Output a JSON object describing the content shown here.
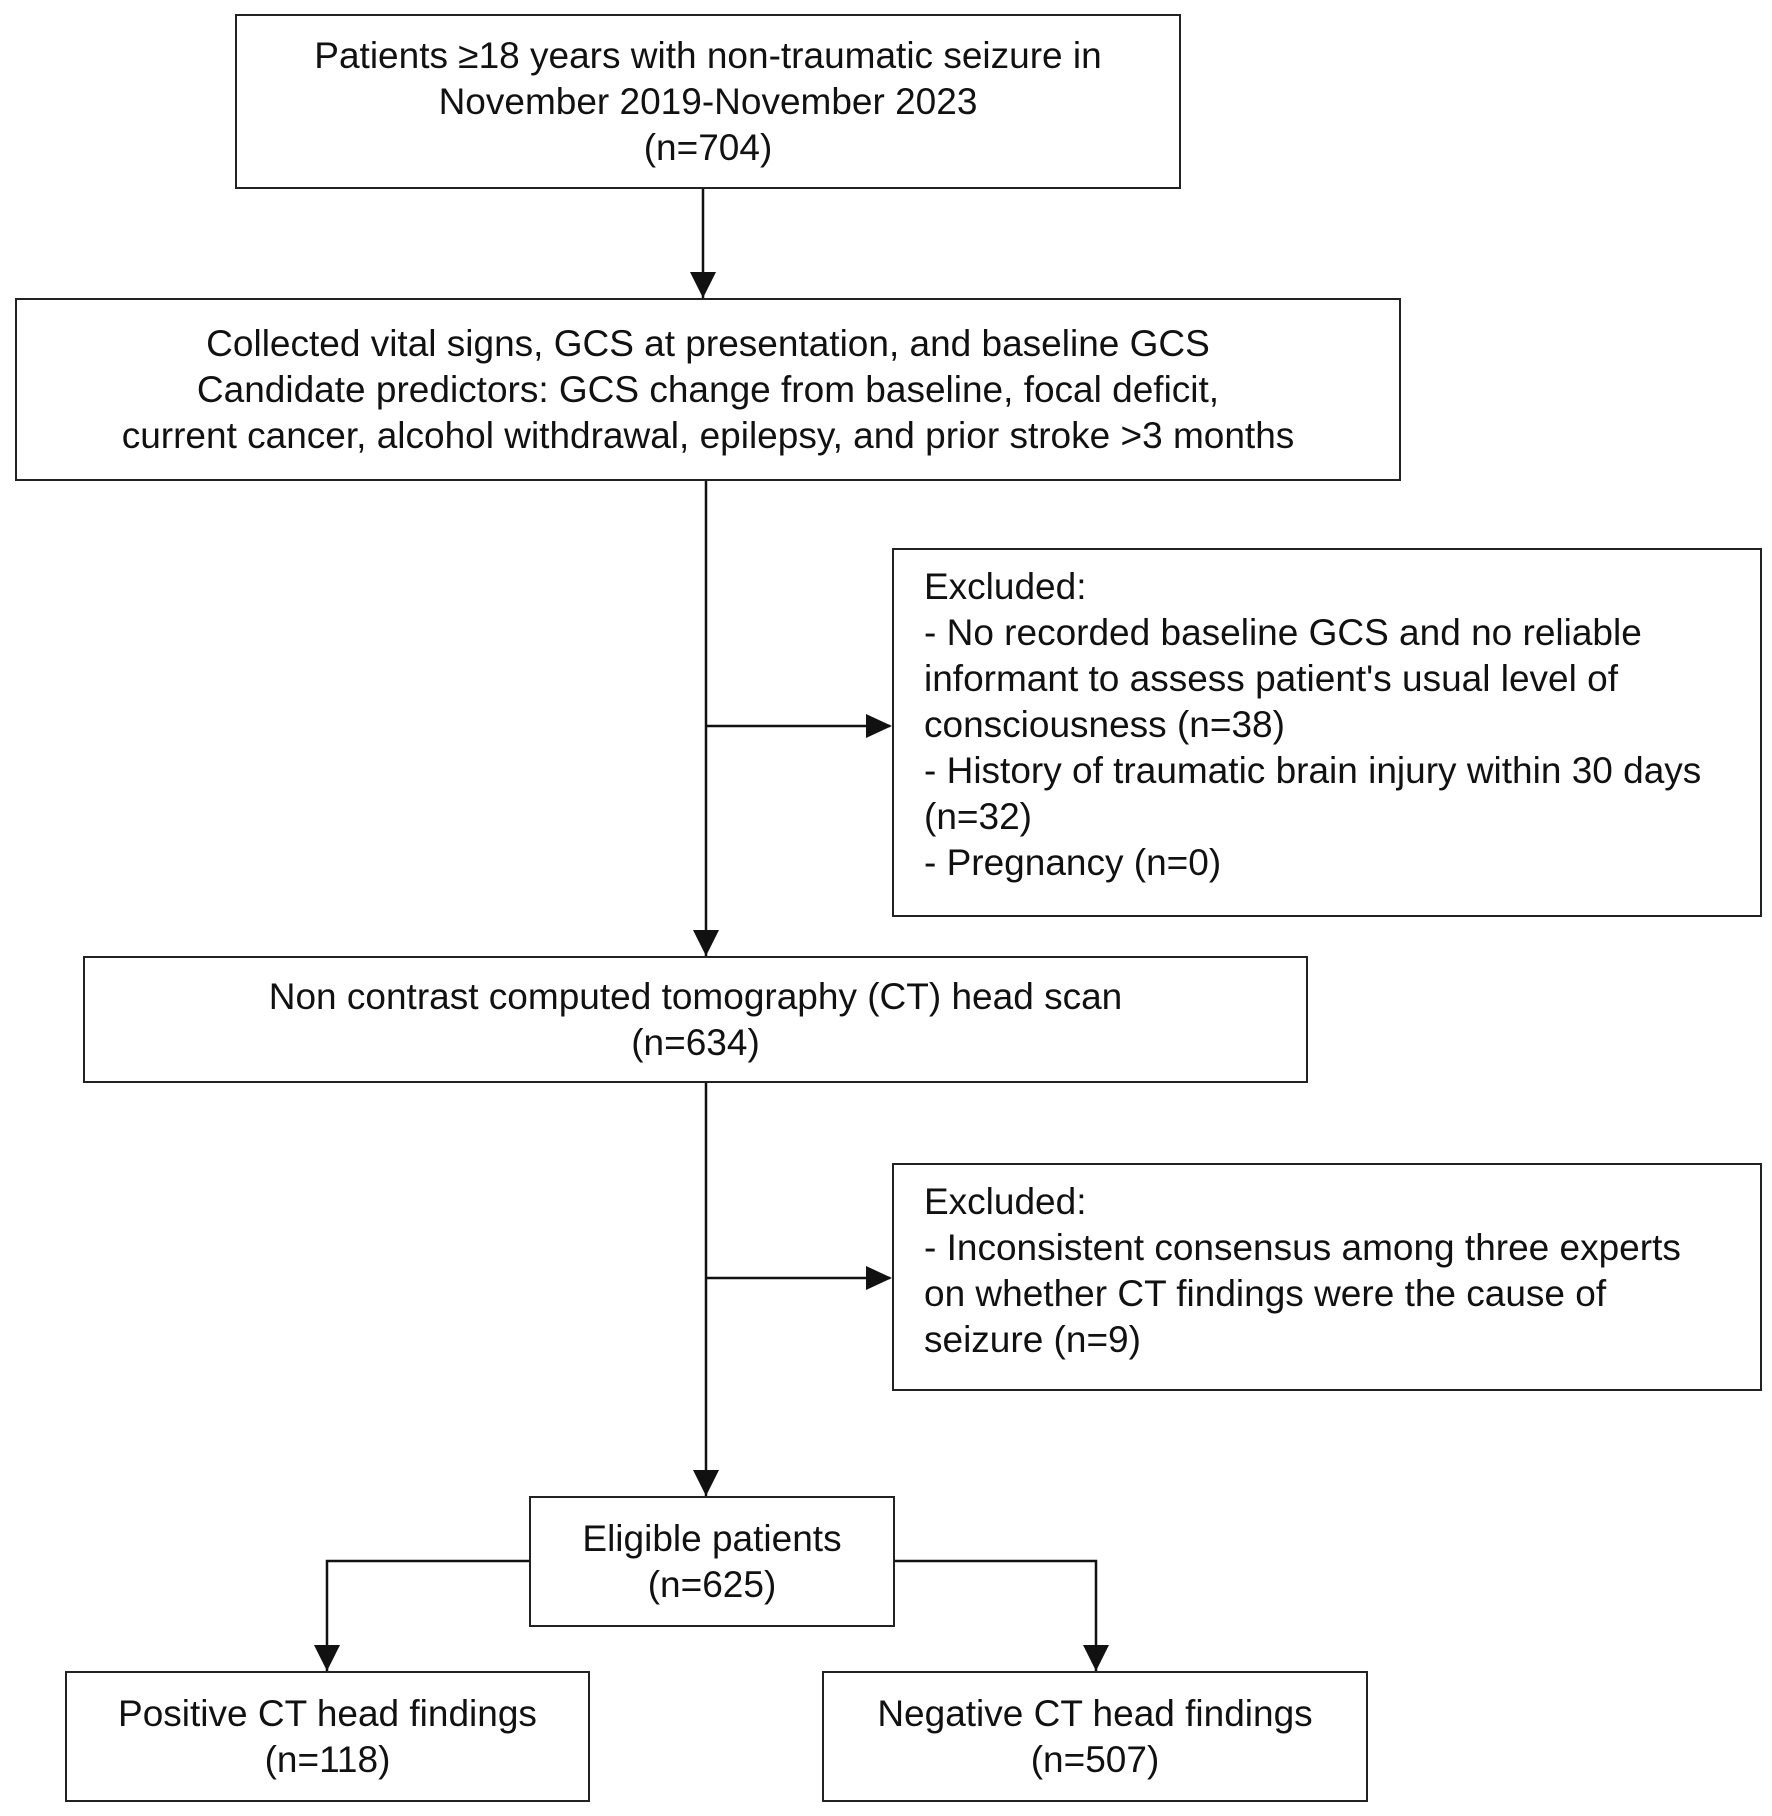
{
  "boxes": {
    "population": {
      "lines": [
        "Patients ≥18 years with non-traumatic seizure in",
        "November 2019-November 2023",
        "(n=704)"
      ]
    },
    "collected": {
      "lines": [
        "Collected vital signs, GCS at presentation, and baseline GCS",
        "Candidate predictors: GCS change from baseline, focal deficit,",
        "current cancer, alcohol withdrawal, epilepsy, and prior stroke >3 months"
      ]
    },
    "excluded_1": {
      "title": "Excluded:",
      "items": [
        "- No recorded baseline GCS and no reliable informant to assess patient's usual level of consciousness (n=38)",
        "- History of traumatic brain injury within 30 days (n=32)",
        "- Pregnancy (n=0)"
      ]
    },
    "ct_scan": {
      "lines": [
        "Non contrast computed tomography (CT) head scan",
        "(n=634)"
      ]
    },
    "excluded_2": {
      "title": "Excluded:",
      "items": [
        "- Inconsistent consensus among three experts on whether CT findings were the cause of seizure (n=9)"
      ]
    },
    "eligible": {
      "lines": [
        "Eligible patients",
        "(n=625)"
      ]
    },
    "positive": {
      "lines": [
        "Positive CT head findings",
        "(n=118)"
      ]
    },
    "negative": {
      "lines": [
        "Negative CT head findings",
        "(n=507)"
      ]
    }
  },
  "colors": {
    "border": "#222222",
    "line": "#111111",
    "text": "#111111",
    "background": "#ffffff"
  }
}
